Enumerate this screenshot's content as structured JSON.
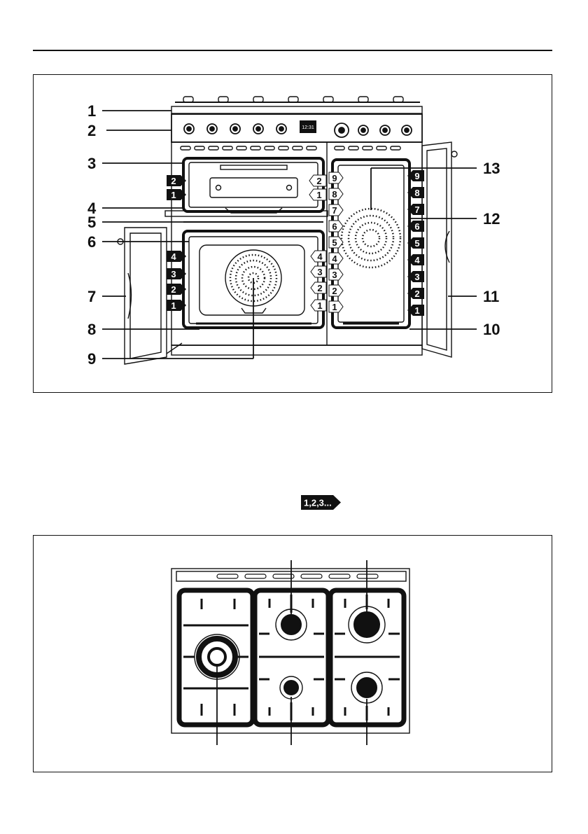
{
  "callouts": {
    "c1": "1",
    "c2": "2",
    "c3": "3",
    "c4": "4",
    "c5": "5",
    "c6": "6",
    "c7": "7",
    "c8": "8",
    "c9": "9",
    "c10": "10",
    "c11": "11",
    "c12": "12",
    "c13": "13"
  },
  "display": {
    "time": "12:31"
  },
  "levels": {
    "top_oven": [
      "2",
      "1"
    ],
    "top_oven_right": [
      "2",
      "1"
    ],
    "main_oven_left": [
      "4",
      "3",
      "2",
      "1"
    ],
    "main_oven_right": [
      "4",
      "3",
      "2",
      "1"
    ],
    "side_oven_left": [
      "9",
      "8",
      "7",
      "6",
      "5",
      "4",
      "3",
      "2",
      "1"
    ],
    "side_oven_right": [
      "9",
      "8",
      "7",
      "6",
      "5",
      "4",
      "3",
      "2",
      "1"
    ]
  },
  "level_badge": {
    "label": "1,2,3..."
  },
  "colors": {
    "ink": "#111111",
    "paper": "#ffffff"
  }
}
